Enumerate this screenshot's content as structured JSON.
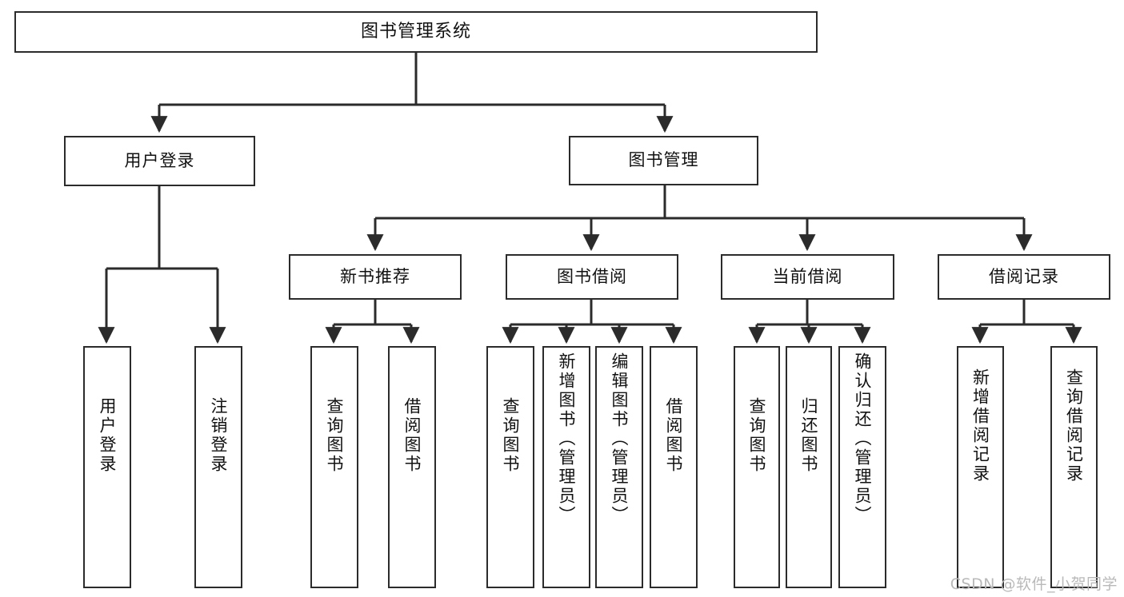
{
  "diagram": {
    "title": "图书管理系统",
    "type": "tree",
    "orientation": "top-down",
    "line_color": "#2b2b2b",
    "box_fill": "#ffffff",
    "text_color": "#111111"
  },
  "nodes": {
    "root": {
      "label": "图书管理系统"
    },
    "level2": [
      {
        "id": "user-login",
        "label": "用户登录"
      },
      {
        "id": "book-manage",
        "label": "图书管理"
      }
    ],
    "level3": [
      {
        "id": "new-book-recommend",
        "label": "新书推荐"
      },
      {
        "id": "book-borrow",
        "label": "图书借阅"
      },
      {
        "id": "current-borrow",
        "label": "当前借阅"
      },
      {
        "id": "borrow-record",
        "label": "借阅记录"
      }
    ],
    "leaves": {
      "user-login": [
        {
          "id": "leaf-user-login",
          "label": "用户登录"
        },
        {
          "id": "leaf-logout",
          "label": "注销登录"
        }
      ],
      "new-book-recommend": [
        {
          "id": "leaf-query-book-1",
          "label": "查询图书"
        },
        {
          "id": "leaf-borrow-book-1",
          "label": "借阅图书"
        }
      ],
      "book-borrow": [
        {
          "id": "leaf-query-book-2",
          "label": "查询图书"
        },
        {
          "id": "leaf-add-book",
          "label": "新增图书（管理员）"
        },
        {
          "id": "leaf-edit-book",
          "label": "编辑图书（管理员）"
        },
        {
          "id": "leaf-borrow-book-2",
          "label": "借阅图书"
        }
      ],
      "current-borrow": [
        {
          "id": "leaf-query-book-3",
          "label": "查询图书"
        },
        {
          "id": "leaf-return-book",
          "label": "归还图书"
        },
        {
          "id": "leaf-confirm-return",
          "label": "确认归还（管理员）"
        }
      ],
      "borrow-record": [
        {
          "id": "leaf-add-record",
          "label": "新增借阅记录"
        },
        {
          "id": "leaf-query-record",
          "label": "查询借阅记录"
        }
      ]
    }
  },
  "watermark": {
    "text": "CSDN @软件_小贺同学"
  }
}
